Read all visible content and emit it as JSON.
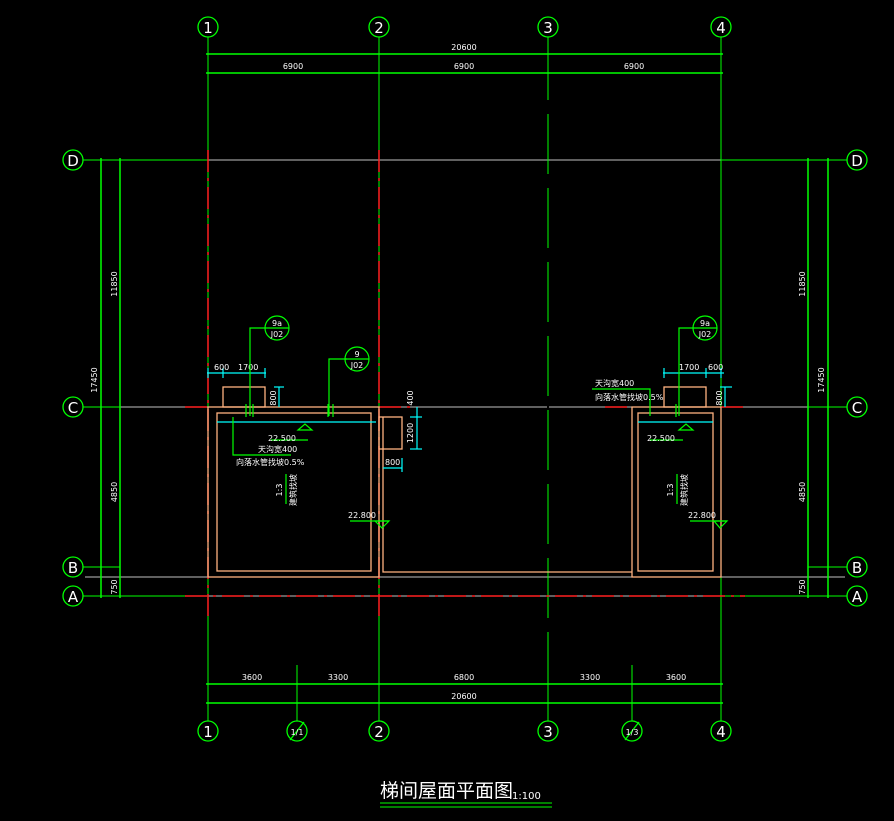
{
  "colors": {
    "background": "#000000",
    "axis_bubble": "#00ff00",
    "wall": "#ffb380",
    "dimension": "#00ffff",
    "centerline": "#ff0000",
    "grid": "#c0c0c0"
  },
  "axes": {
    "top": [
      "1",
      "2",
      "3",
      "4"
    ],
    "bottom": [
      "1",
      "1/1",
      "2",
      "3",
      "1/3",
      "4"
    ],
    "left": [
      "D",
      "C",
      "B",
      "A"
    ],
    "right": [
      "D",
      "C",
      "B",
      "A"
    ]
  },
  "dims": {
    "top_total": "20600",
    "top": [
      "6900",
      "6900",
      "6900"
    ],
    "bottom": [
      "3600",
      "3300",
      "6800",
      "3300",
      "3600"
    ],
    "bottom_total": "20600",
    "left_total": "17450",
    "left": [
      "11850",
      "4850",
      "750"
    ],
    "right_total": "17450",
    "right": [
      "11850",
      "4850",
      "750"
    ]
  },
  "details": {
    "left_a": {
      "top": "9a",
      "bottom": "J02"
    },
    "left_b": {
      "top": "9",
      "bottom": "J02"
    },
    "right": {
      "top": "9a",
      "bottom": "J02"
    }
  },
  "left_room": {
    "d600": "600",
    "d1700": "1700",
    "d800": "800",
    "d400": "400",
    "d1200": "1200",
    "d800b": "800",
    "elev_top": "22.500",
    "elev_bottom": "22.800",
    "gutter": "天沟宽400",
    "slope": "向落水管找坡0.5%",
    "roof_slope": "1:3",
    "roof_note": "建筑找坡"
  },
  "right_room": {
    "d1700": "1700",
    "d600": "600",
    "d800": "800",
    "elev_top": "22.500",
    "elev_bottom": "22.800",
    "gutter": "天沟宽400",
    "slope": "向落水管找坡0.5%",
    "roof_slope": "1:3",
    "roof_note": "建筑找坡"
  },
  "title": {
    "name": "梯间屋面平面图",
    "scale": "1:100"
  }
}
